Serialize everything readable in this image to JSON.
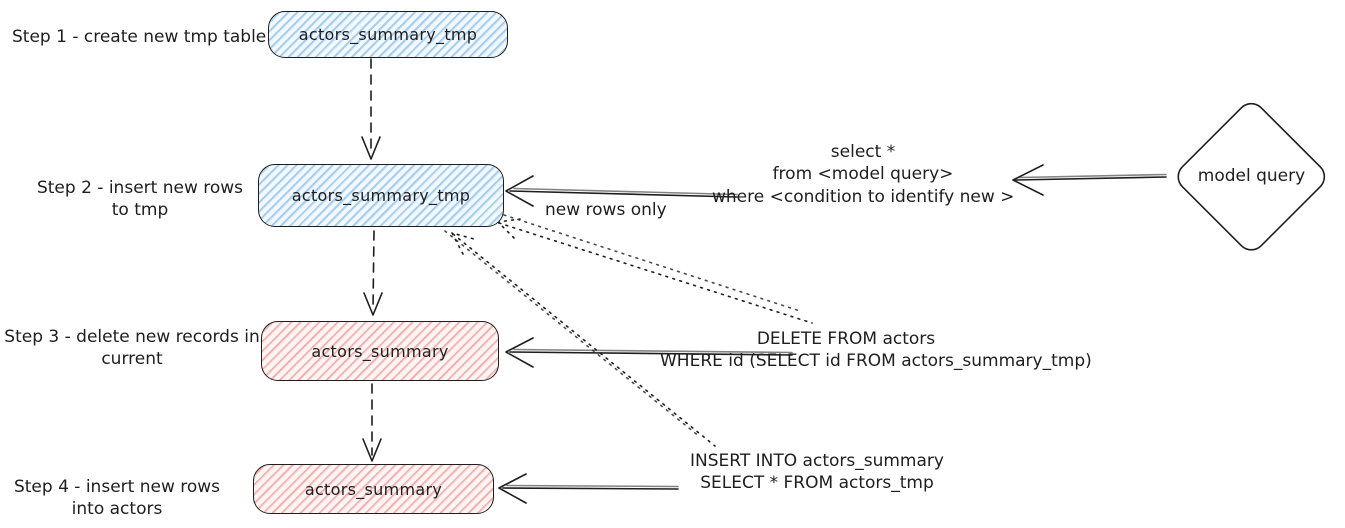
{
  "steps": [
    {
      "label_lines": [
        "Step 1 - create new tmp table"
      ]
    },
    {
      "label_lines": [
        "Step 2 - insert new rows",
        "to tmp"
      ]
    },
    {
      "label_lines": [
        "Step 3 - delete new records in",
        "current"
      ]
    },
    {
      "label_lines": [
        "Step 4 - insert new rows",
        "into actors"
      ]
    }
  ],
  "boxes": [
    {
      "label": "actors_summary_tmp",
      "color": "blue"
    },
    {
      "label": "actors_summary_tmp",
      "color": "blue"
    },
    {
      "label": "actors_summary",
      "color": "red"
    },
    {
      "label": "actors_summary",
      "color": "red"
    }
  ],
  "annotations": {
    "new_rows": "new rows only",
    "select_query_lines": [
      "select *",
      "from <model query>",
      "where <condition to identify new >"
    ],
    "delete_query_lines": [
      "DELETE FROM actors",
      "WHERE id (SELECT id FROM actors_summary_tmp)"
    ],
    "insert_query_lines": [
      "INSERT INTO actors_summary",
      "SELECT * FROM actors_tmp"
    ]
  },
  "model_query_label": "model query",
  "colors": {
    "stroke": "#1e1e1e",
    "blue_fill": "#a5d8ff",
    "red_fill": "#ffc9c9",
    "background": "#ffffff"
  }
}
